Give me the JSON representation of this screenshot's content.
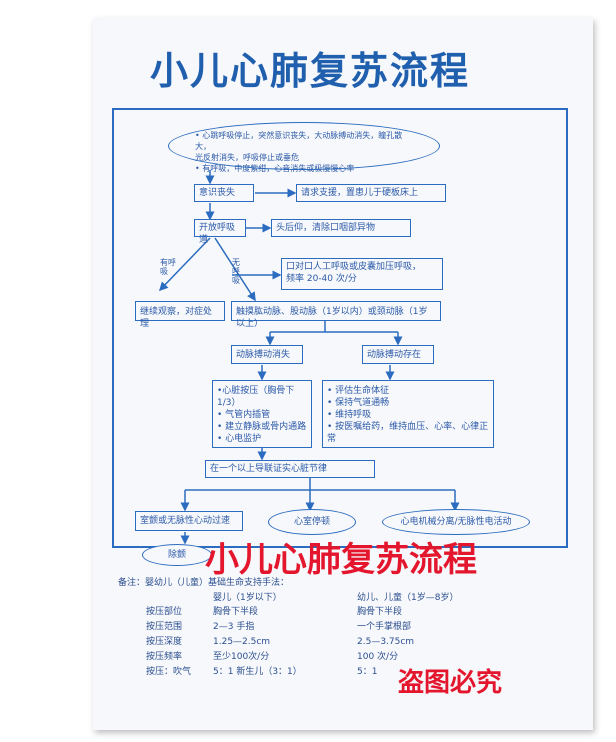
{
  "title": "小儿心肺复苏流程",
  "nodes": {
    "start": [
      "• 心跳呼吸停止，突然意识丧失，大动脉搏动消失，瞳孔散大，",
      "  光反射消失，呼吸停止或垂危",
      "• 有呼吸，中度紫绀，心音消失或极慢慢心率"
    ],
    "unconscious": "意识丧失",
    "support": "请求支援，置患儿于硬板床上",
    "open_airway": "开放呼吸道",
    "head_tilt": "头后仰，清除口咽部异物",
    "breathing_yes": "有呼吸",
    "breathing_no": "无呼吸",
    "rescue_breath": [
      "口对口人工呼吸或皮囊加压呼吸，",
      "频率 20-40 次/分"
    ],
    "observe": "继续观察，对症处理",
    "check_pulse": "触摸肱动脉、股动脉（1岁以内）或颈动脉（1岁以上）",
    "pulse_absent": "动脉搏动消失",
    "pulse_present": "动脉搏动存在",
    "cpr_list": [
      "•心脏按压（胸骨下1/3）",
      "• 气管内插管",
      "• 建立静脉或骨内通路",
      "• 心电监护"
    ],
    "care_list": [
      "• 评估生命体征",
      "• 保持气道通畅",
      "• 维持呼吸",
      "• 按医嘱给药，维持血压、心率、心律正常"
    ],
    "ecg": "在一个以上导联证实心脏节律",
    "vf": "室颤或无脉性心动过速",
    "arrest": "心室停顿",
    "pea": "心电机械分离/无脉性电活动",
    "defib": "除颤"
  },
  "notes": {
    "heading": "备注：婴幼儿（儿童）基础生命支持手法：",
    "infant_header": "婴儿（1岁以下）",
    "child_header": "幼儿、儿童（1岁—8岁）",
    "rows": [
      {
        "label": "按压部位",
        "infant": "胸骨下半段",
        "child": "胸骨下半段"
      },
      {
        "label": "按压范围",
        "infant": "2—3 手指",
        "child": "一个手掌根部"
      },
      {
        "label": "按压深度",
        "infant": "1.25—2.5cm",
        "child": "2.5—3.75cm"
      },
      {
        "label": "按压频率",
        "infant": "至少100次/分",
        "child": "100 次/分"
      },
      {
        "label": "按压：吹气",
        "infant": "5：1 新生儿（3：1）",
        "child": "5：1"
      }
    ]
  },
  "overlay_title": "小儿心肺复苏流程",
  "watermark": "盗图必究",
  "colors": {
    "line": "#2b6cc0",
    "text": "#2b5aa8",
    "watermark": "#e3162d"
  }
}
